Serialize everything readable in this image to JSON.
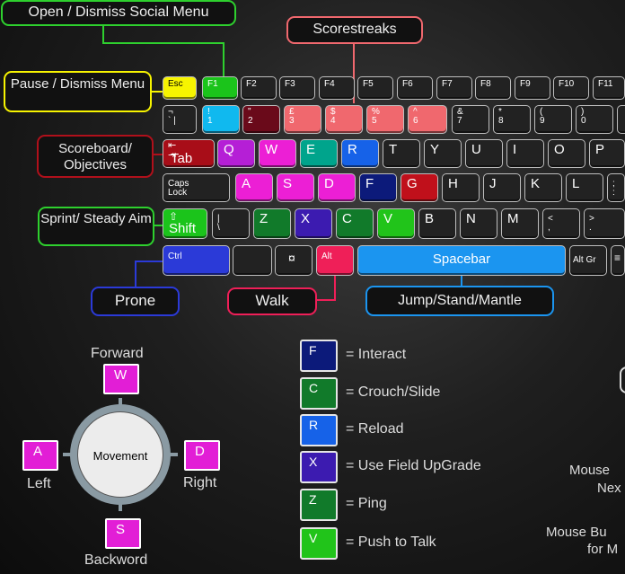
{
  "callouts": {
    "social_menu": "Open / Dismiss Social Menu",
    "scorestreaks": "Scorestreaks",
    "pause_menu": "Pause / Dismiss Menu",
    "scoreboard": "Scoreboard/ Objectives",
    "sprint": "Sprint/ Steady Aim",
    "prone": "Prone",
    "walk": "Walk",
    "jump": "Jump/Stand/Mantle"
  },
  "colors": {
    "yellow": "#f7f400",
    "green": "#1bc41b",
    "salmon": "#f0686e",
    "darkred": "#a80d18",
    "maroon": "#6a0a1a",
    "cyan": "#10b9ef",
    "purple": "#b51fd6",
    "magenta": "#ec1fd5",
    "teal": "#00a48c",
    "blue": "#1662e8",
    "navy": "#0c1a7a",
    "red": "#c0101b",
    "darkgreen": "#117a2a",
    "brightgreen": "#21c41a",
    "indigo": "#3c1bb0",
    "royal": "#2b3ad8",
    "spacebar": "#1b95f0",
    "altpink": "#ef1f58"
  },
  "keys": {
    "esc": "Esc",
    "f1": "F1",
    "f2": "F2",
    "f3": "F3",
    "f4": "F4",
    "f5": "F5",
    "f6": "F6",
    "f7": "F7",
    "f8": "F8",
    "f9": "F9",
    "f10": "F10",
    "f11": "F11",
    "tilde_top": "¬",
    "tilde_bot": "`",
    "tilde_pipe": "|",
    "n1_top": "!",
    "n1": "1",
    "n2_top": "\"",
    "n2": "2",
    "n3_top": "£",
    "n3": "3",
    "n4_top": "$",
    "n4": "4",
    "n5_top": "%",
    "n5": "5",
    "n6_top": "^",
    "n6": "6",
    "n7_top": "&",
    "n7": "7",
    "n8_top": "*",
    "n8": "8",
    "n9_top": "(",
    "n9": "9",
    "n0_top": ")",
    "n0": "0",
    "tab": "Tab",
    "q": "Q",
    "w": "W",
    "e": "E",
    "r": "R",
    "t": "T",
    "y": "Y",
    "u": "U",
    "i": "I",
    "o": "O",
    "p": "P",
    "caps1": "Caps",
    "caps2": "Lock",
    "a": "A",
    "s": "S",
    "d": "D",
    "f": "F",
    "g": "G",
    "h": "H",
    "j": "J",
    "k": "K",
    "l": "L",
    "semi_top": ";",
    "semi": ":",
    "shift": "Shift",
    "bslash_top": "|",
    "bslash": "\\",
    "z": "Z",
    "x": "X",
    "c": "C",
    "v": "V",
    "b": "B",
    "n": "N",
    "m": "M",
    "comma_top": "<",
    "comma": ",",
    "period_top": ">",
    "period": ".",
    "ctrl": "Ctrl",
    "win": "",
    "menu_glyph": "¤",
    "alt": "Alt",
    "space": "Spacebar",
    "altgr": "Alt Gr"
  },
  "legend": [
    {
      "key": "F",
      "label": "= Interact",
      "color": "#0c1a7a"
    },
    {
      "key": "C",
      "label": "= Crouch/Slide",
      "color": "#117a2a"
    },
    {
      "key": "R",
      "label": "= Reload",
      "color": "#1662e8"
    },
    {
      "key": "X",
      "label": "= Use Field UpGrade",
      "color": "#3c1bb0"
    },
    {
      "key": "Z",
      "label": "= Ping",
      "color": "#117a2a"
    },
    {
      "key": "V",
      "label": "= Push to Talk",
      "color": "#21c41a"
    }
  ],
  "movement": {
    "center": "Movement",
    "forward_label": "Forward",
    "forward_key": "W",
    "left_label": "Left",
    "left_key": "A",
    "right_label": "Right",
    "right_key": "D",
    "back_label": "Backword",
    "back_key": "S"
  },
  "mouse": {
    "line1": "Mouse",
    "line2": "Nex",
    "line3": "Mouse Bu",
    "line4": "for M"
  }
}
